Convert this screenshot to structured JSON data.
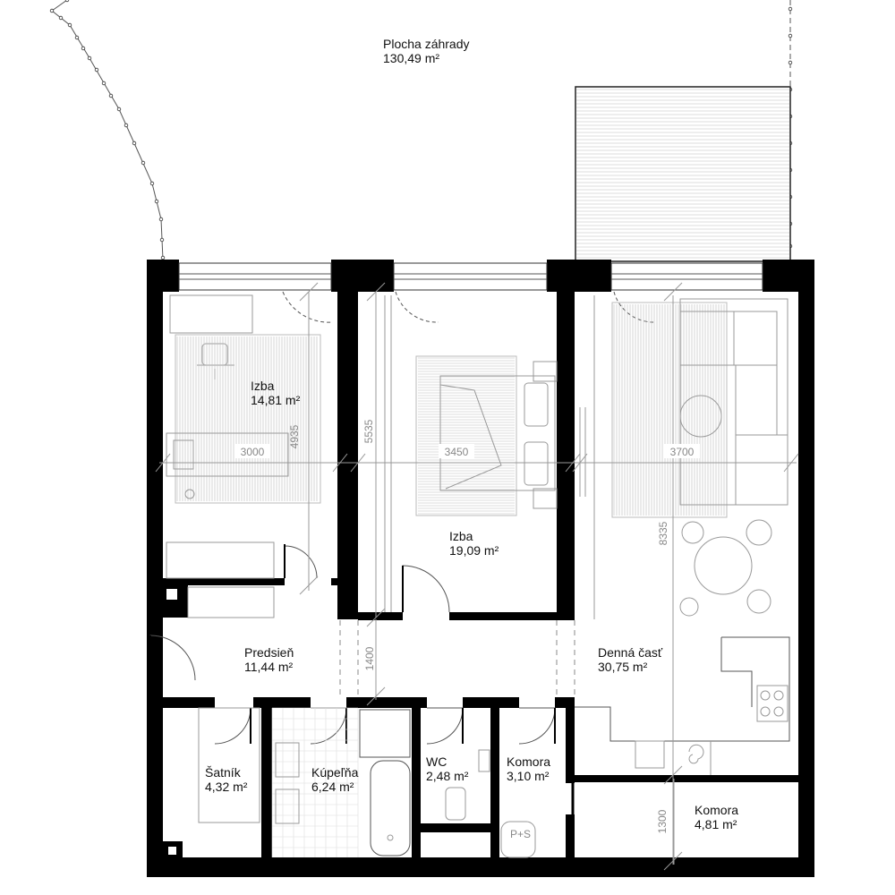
{
  "rooms": [
    {
      "name": "Plocha záhrady",
      "area": "130,49 m²"
    },
    {
      "name": "Izba",
      "area": "14,81 m²"
    },
    {
      "name": "Izba",
      "area": "19,09 m²"
    },
    {
      "name": "Predsieň",
      "area": "11,44 m²"
    },
    {
      "name": "Denná časť",
      "area": "30,75 m²"
    },
    {
      "name": "Šatník",
      "area": "4,32 m²"
    },
    {
      "name": "Kúpeľňa",
      "area": "6,24 m²"
    },
    {
      "name": "WC",
      "area": "2,48 m²"
    },
    {
      "name": "Komora",
      "area": "3,10 m²"
    },
    {
      "name": "Komora",
      "area": "4,81 m²"
    }
  ],
  "dimensions": [
    "3000",
    "4935",
    "5535",
    "3450",
    "3700",
    "8335",
    "1400",
    "1300"
  ],
  "symbols": [
    "P+S"
  ]
}
